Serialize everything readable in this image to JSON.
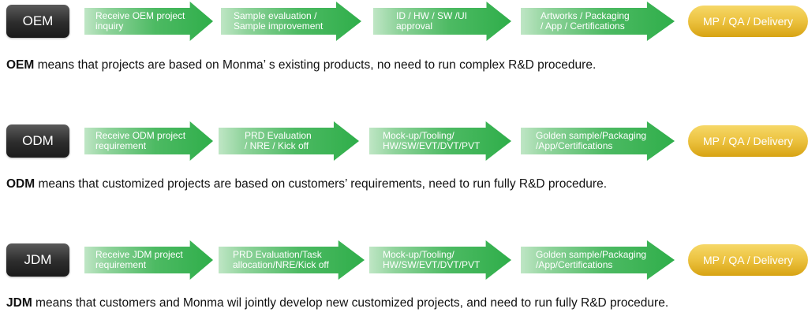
{
  "flows": [
    {
      "label": "OEM",
      "steps": [
        "Receive OEM project\ninquiry",
        "Sample evaluation /\nSample improvement",
        "ID / HW / SW /UI\napproval",
        "Artworks / Packaging\n/ App / Certifications"
      ],
      "final": "MP / QA / Delivery",
      "desc_term": "OEM",
      "desc_rest": " means that projects are based on Monma’ s existing products, no need to run complex R&D procedure."
    },
    {
      "label": "ODM",
      "steps": [
        "Receive ODM project\nrequirement",
        "PRD Evaluation\n/ NRE / Kick off",
        "Mock-up/Tooling/\nHW/SW/EVT/DVT/PVT",
        "Golden sample/Packaging\n/App/Certifications"
      ],
      "final": "MP / QA / Delivery",
      "desc_term": "ODM",
      "desc_rest": " means that customized projects are based on customers’  requirements, need to run fully R&D procedure."
    },
    {
      "label": "JDM",
      "steps": [
        "Receive JDM project\nrequirement",
        "PRD Evaluation/Task\nallocation/NRE/Kick off",
        "Mock-up/Tooling/\nHW/SW/EVT/DVT/PVT",
        "Golden sample/Packaging\n/App/Certifications"
      ],
      "final": "MP / QA / Delivery",
      "desc_term": "JDM",
      "desc_rest": " means that customers and Monma wil jointly develop new customized projects, and need to run fully R&D procedure."
    }
  ]
}
